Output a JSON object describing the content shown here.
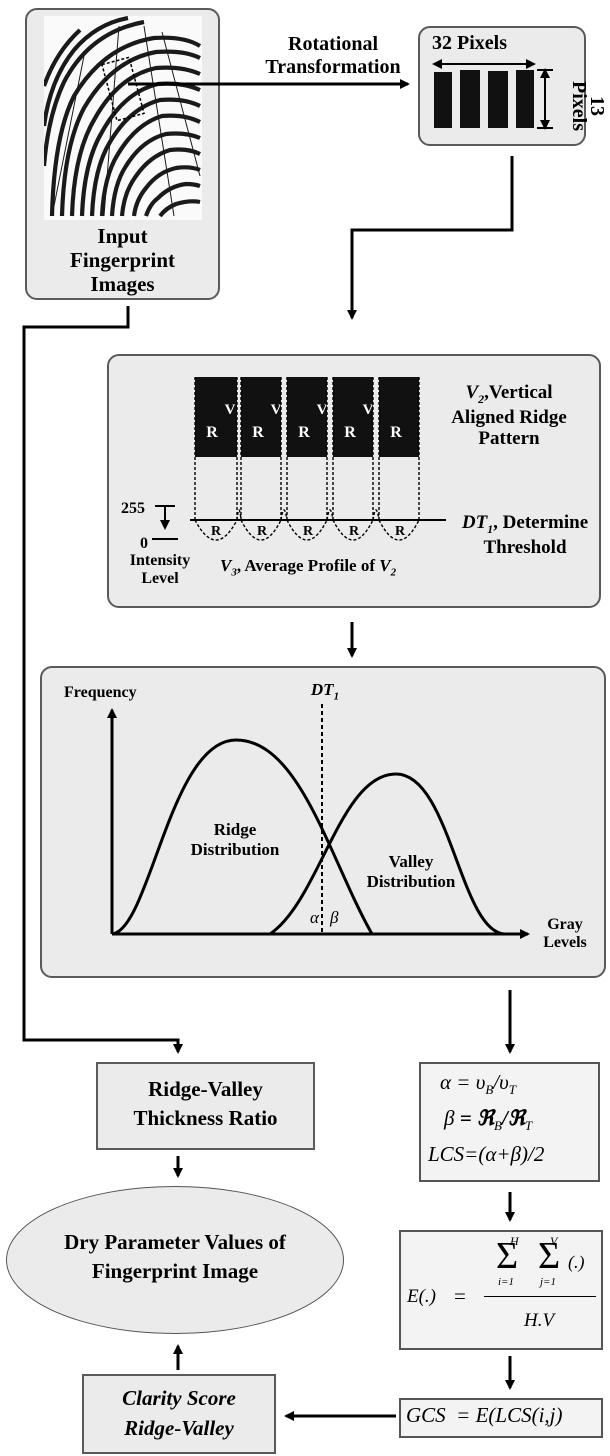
{
  "input": {
    "line1": "Input",
    "line2": "Fingerprint",
    "line3": "Images"
  },
  "rotation": {
    "line1": "Rotational",
    "line2": "Transformation"
  },
  "block": {
    "width_label": "32 Pixels",
    "height_num": "13",
    "height_unit": "Pixels"
  },
  "profile": {
    "v2_sym": "V",
    "v2_sub": "2",
    "v2_line1": ",Vertical",
    "v2_line2": "Aligned Ridge",
    "v2_line3": "Pattern",
    "ridge_mark": "R",
    "valley_mark": "V",
    "dt_sym": "DT",
    "dt_sub": "1",
    "dt_line1": ", Determine",
    "dt_line2": "Threshold",
    "int_top": "255",
    "int_bottom": "0",
    "int_line1": "Intensity",
    "int_line2": "Level",
    "v3_sym": "V",
    "v3_sub": "3",
    "v3_text": ", Average Profile of ",
    "v3_of_sym": "V",
    "v3_of_sub": "2"
  },
  "distribution": {
    "ylabel": "Frequency",
    "xlabel_line1": "Gray",
    "xlabel_line2": "Levels",
    "dt_sym": "DT",
    "dt_sub": "1",
    "ridge_line1": "Ridge",
    "ridge_line2": "Distribution",
    "valley_line1": "Valley",
    "valley_line2": "Distribution",
    "alpha": "α",
    "beta": "β"
  },
  "formulas": {
    "a_lhs": "α",
    "a_rhs": "= υ",
    "a_sub1": "B",
    "a_div": "/υ",
    "a_sub2": "T",
    "b_lhs": "β",
    "b_rhs": "= ℜ",
    "b_sub1": "B",
    "b_div": "/ℜ",
    "b_sub2": "T",
    "lcs": "LCS=(α+β)/2"
  },
  "expectation": {
    "lhs": "E(.)",
    "eq": "=",
    "sum": "Σ",
    "top1": "H",
    "bot1": "i=1",
    "top2": "V",
    "bot2": "j=1",
    "arg": "(.)",
    "den": "H.V"
  },
  "gcs": {
    "text": "GCS  = E(LCS(i,j)"
  },
  "ratio": {
    "line1": "Ridge-Valley",
    "line2": "Thickness Ratio"
  },
  "dry": {
    "line1": "Dry Parameter Values of",
    "line2": "Fingerprint Image"
  },
  "clarity": {
    "line1": "Clarity Score",
    "line2": "Ridge-Valley"
  }
}
